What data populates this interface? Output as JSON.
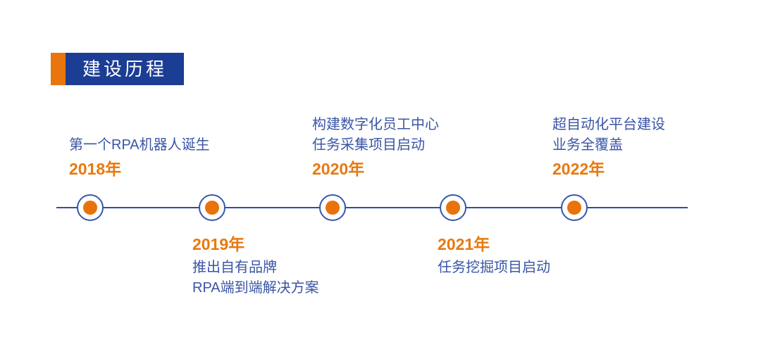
{
  "title": {
    "text": "建设历程"
  },
  "colors": {
    "accent_orange": "#E8760D",
    "title_navy": "#1C3D94",
    "text_blue": "#3A55A6",
    "line_blue": "#2F4FA3",
    "year_orange": "#E8790F",
    "dot_orange": "#E8720C"
  },
  "timeline": {
    "items": [
      {
        "year": "2018年",
        "position": "above",
        "lines": [
          "第一个RPA机器人诞生"
        ]
      },
      {
        "year": "2019年",
        "position": "below",
        "lines": [
          "推出自有品牌",
          "RPA端到端解决方案"
        ]
      },
      {
        "year": "2020年",
        "position": "above",
        "lines": [
          "构建数字化员工中心",
          "任务采集项目启动"
        ]
      },
      {
        "year": "2021年",
        "position": "below",
        "lines": [
          "任务挖掘项目启动"
        ]
      },
      {
        "year": "2022年",
        "position": "above",
        "lines": [
          "超自动化平台建设",
          "业务全覆盖"
        ]
      }
    ]
  }
}
